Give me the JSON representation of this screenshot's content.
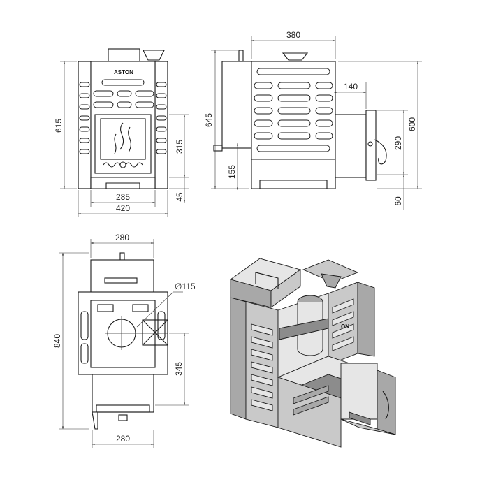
{
  "brand_logo": "ASTON",
  "front_view": {
    "dims": {
      "height_total": "615",
      "firebox_height": "315",
      "base_height": "45",
      "inner_width": "285",
      "total_width": "420"
    }
  },
  "side_view": {
    "dims": {
      "depth": "380",
      "height_total": "645",
      "tunnel_length": "140",
      "height_body": "600",
      "door_height": "290",
      "pipe_height": "155",
      "leg_height": "60"
    }
  },
  "top_view": {
    "dims": {
      "width_top": "280",
      "pipe_diameter": "∅115",
      "length_total": "840",
      "tunnel_length": "345",
      "width_bottom": "280"
    }
  },
  "isometric_view": {
    "colors": {
      "light": "#e6e6e6",
      "mid": "#c9c9c9",
      "dark": "#a8a8a8",
      "darker": "#8c8c8c"
    }
  }
}
